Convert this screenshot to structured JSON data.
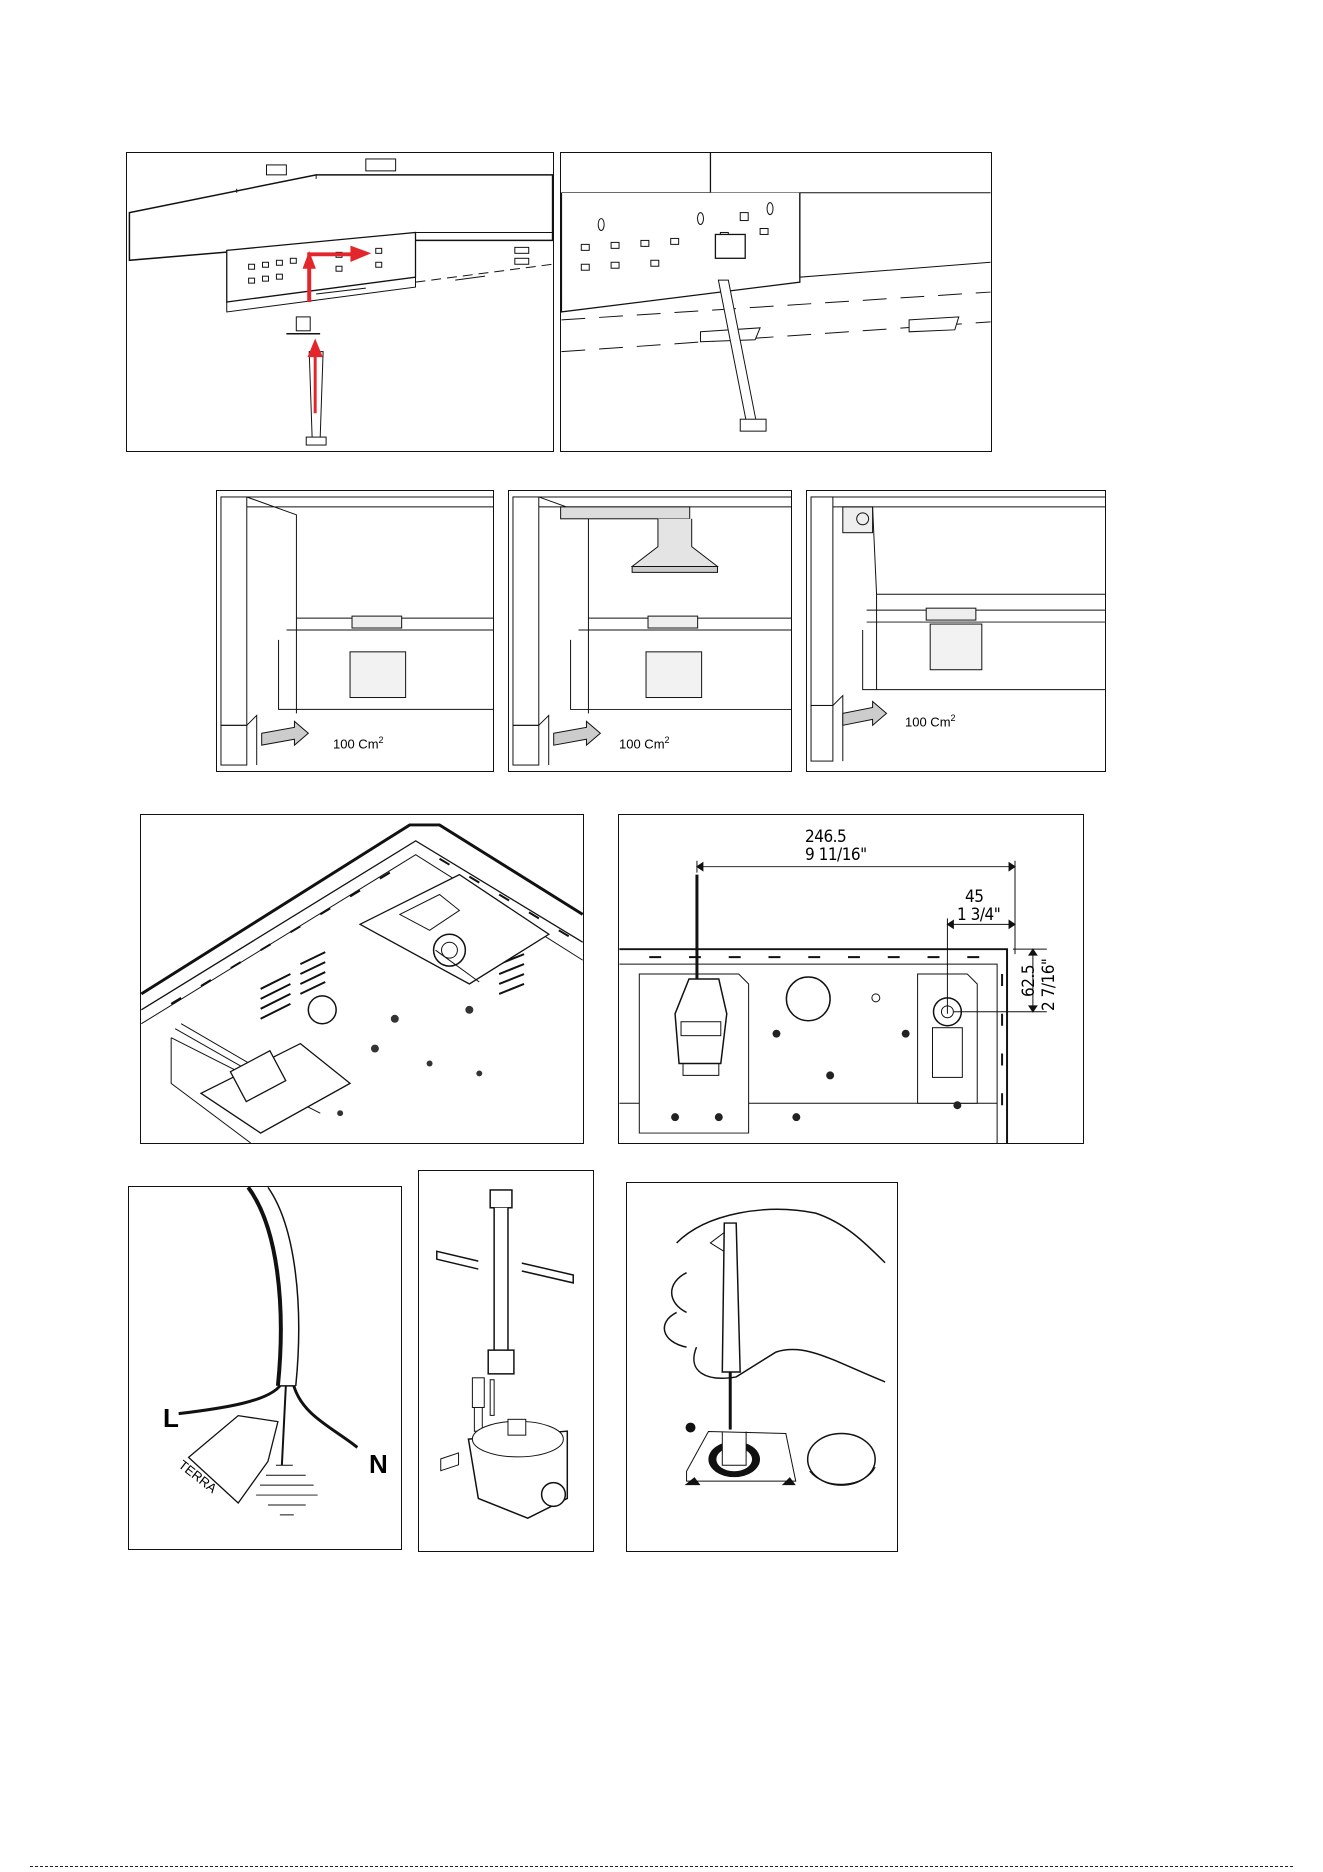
{
  "ventilation": {
    "panel1_label": "100 Cm",
    "panel2_label": "100 Cm",
    "panel3_label": "100 Cm",
    "unit_exponent": "2"
  },
  "dimensions": {
    "width_mm": "246.5",
    "width_in": "9 11/16\"",
    "offset_mm": "45",
    "offset_in": "1 3/4\"",
    "height_mm": "62.5",
    "height_in": "2 7/16\""
  },
  "electrical": {
    "live": "L",
    "neutral": "N",
    "earth_tag": "TERRA"
  },
  "colors": {
    "arrow": "#e3262b",
    "line": "#111111",
    "dots": "#9a9a9a"
  }
}
